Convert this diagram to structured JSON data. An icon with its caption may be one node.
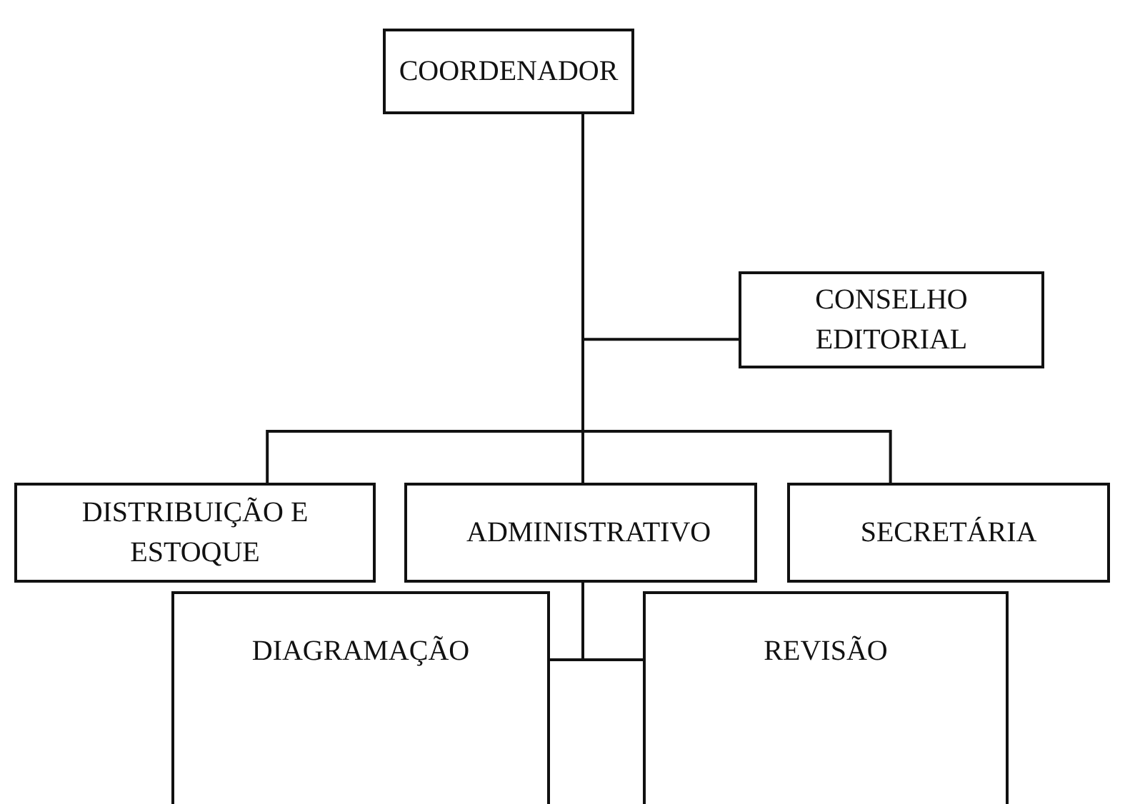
{
  "diagram": {
    "nodes": [
      {
        "text": [
          "COORDENADOR"
        ]
      },
      {
        "text": [
          "CONSELHO EDITORIAL"
        ]
      },
      {
        "text": [
          "DISTRIBUIÇÃO E ESTOQUE"
        ]
      },
      {
        "text": [
          "ADMINISTRATIVO"
        ]
      },
      {
        "text": [
          "SECRETÁRIA"
        ]
      },
      {
        "text": [
          "DIAGRAMAÇÃO"
        ]
      },
      {
        "text": [
          "REVISÃO"
        ]
      }
    ],
    "edges": [
      {
        "from": 0,
        "to": 1,
        "arrow": "none"
      },
      {
        "from": 0,
        "to": 2,
        "arrow": "none"
      },
      {
        "from": 0,
        "to": 3,
        "arrow": "none"
      },
      {
        "from": 0,
        "to": 4,
        "arrow": "none"
      },
      {
        "from": 3,
        "to": 5,
        "arrow": "none"
      },
      {
        "from": 3,
        "to": 6,
        "arrow": "none"
      }
    ]
  }
}
